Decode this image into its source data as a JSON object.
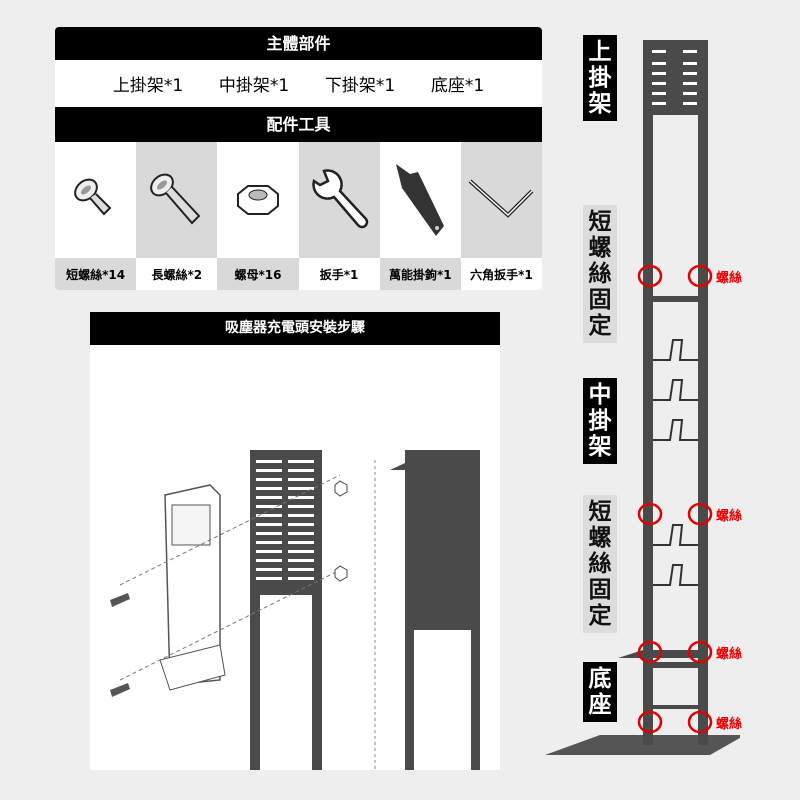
{
  "main_parts": {
    "title": "主體部件",
    "items": [
      "上掛架*1",
      "中掛架*1",
      "下掛架*1",
      "底座*1"
    ]
  },
  "accessories": {
    "title": "配件工具",
    "items": [
      {
        "label": "短螺絲*14",
        "icon": "short-screw-icon"
      },
      {
        "label": "長螺絲*2",
        "icon": "long-screw-icon"
      },
      {
        "label": "螺母*16",
        "icon": "nut-icon"
      },
      {
        "label": "扳手*1",
        "icon": "wrench-icon"
      },
      {
        "label": "萬能掛鉤*1",
        "icon": "hook-icon"
      },
      {
        "label": "六角扳手*1",
        "icon": "hex-key-icon"
      }
    ]
  },
  "instructions": {
    "title": "吸塵器充電頭安裝步驟"
  },
  "stand_labels": [
    "上掛架",
    "短螺絲固定",
    "中掛架",
    "短螺絲固定",
    "底座"
  ],
  "screw_label": "螺絲",
  "colors": {
    "accent": "#e00000",
    "frame": "#4a4a4a"
  }
}
